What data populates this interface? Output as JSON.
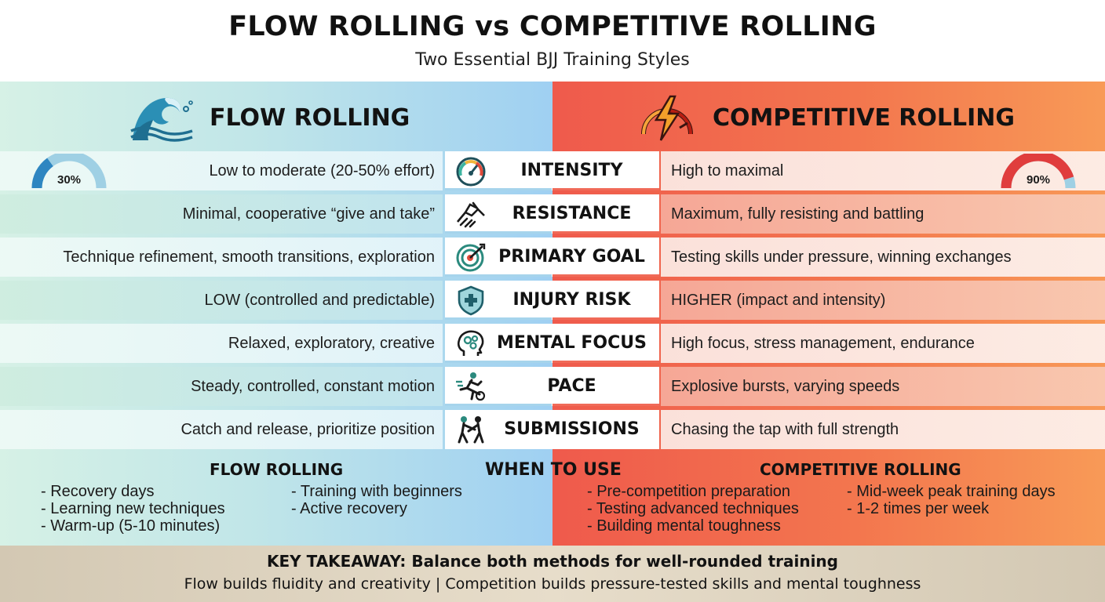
{
  "title": "FLOW ROLLING vs COMPETITIVE ROLLING",
  "subtitle": "Two Essential BJJ Training Styles",
  "left": {
    "heading": "FLOW ROLLING",
    "icon": "wave-icon",
    "gauge_value": 30,
    "gauge_label": "30%",
    "color": "#2e86c1"
  },
  "right": {
    "heading": "COMPETITIVE ROLLING",
    "icon": "lightning-gauge-icon",
    "gauge_value": 90,
    "gauge_label": "90%",
    "color": "#e03d3d"
  },
  "rows": [
    {
      "label": "INTENSITY",
      "icon": "gauge-icon",
      "flow": "Low to moderate (20-50% effort)",
      "competitive": "High to maximal"
    },
    {
      "label": "RESISTANCE",
      "icon": "handshake-icon",
      "flow": "Minimal, cooperative “give and take”",
      "competitive": "Maximum, fully resisting and battling"
    },
    {
      "label": "PRIMARY GOAL",
      "icon": "target-icon",
      "flow": "Technique refinement, smooth transitions, exploration",
      "competitive": "Testing skills under pressure, winning exchanges"
    },
    {
      "label": "INJURY RISK",
      "icon": "shield-icon",
      "flow": "LOW (controlled and predictable)",
      "competitive": "HIGHER (impact and intensity)"
    },
    {
      "label": "MENTAL FOCUS",
      "icon": "brain-icon",
      "flow": "Relaxed, exploratory, creative",
      "competitive": "High focus, stress management, endurance"
    },
    {
      "label": "PACE",
      "icon": "runner-icon",
      "flow": "Steady, controlled, constant motion",
      "competitive": "Explosive bursts, varying speeds"
    },
    {
      "label": "SUBMISSIONS",
      "icon": "grappling-icon",
      "flow": "Catch and release, prioritize position",
      "competitive": "Chasing the tap with full strength"
    }
  ],
  "usage": {
    "heading": "WHEN TO USE",
    "flow": {
      "title": "FLOW ROLLING",
      "col1": [
        "- Recovery days",
        "- Learning new techniques",
        "- Warm-up (5-10 minutes)"
      ],
      "col2": [
        "- Training with beginners",
        "- Active recovery"
      ]
    },
    "competitive": {
      "title": "COMPETITIVE ROLLING",
      "col1": [
        "- Pre-competition preparation",
        "- Testing advanced techniques",
        "- Building mental toughness"
      ],
      "col2": [
        "- Mid-week peak training days",
        "- 1-2 times per week"
      ]
    }
  },
  "footer": {
    "takeaway": "KEY TAKEAWAY: Balance both methods for well-rounded training",
    "detail": "Flow builds fluidity and creativity | Competition builds pressure-tested skills and mental toughness"
  }
}
